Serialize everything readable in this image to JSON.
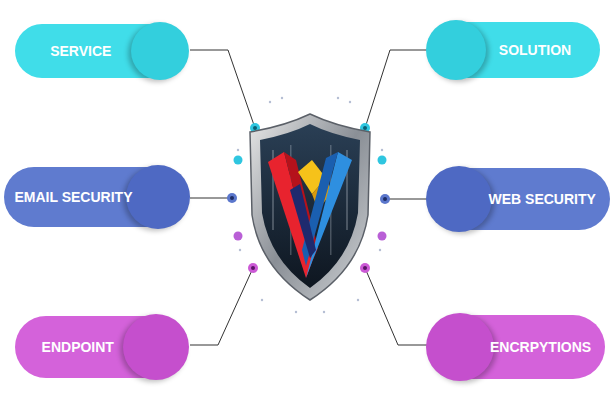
{
  "diagram": {
    "nodes": [
      {
        "text": [
          "SERVICE"
        ]
      },
      {
        "text": [
          "SOLUTION"
        ]
      },
      {
        "text": [
          "EMAIL SECURITY"
        ]
      },
      {
        "text": [
          "WEB SECURITY"
        ]
      },
      {
        "text": [
          "ENDPOINT"
        ]
      },
      {
        "text": [
          "ENCRPYTIONS"
        ]
      }
    ]
  }
}
